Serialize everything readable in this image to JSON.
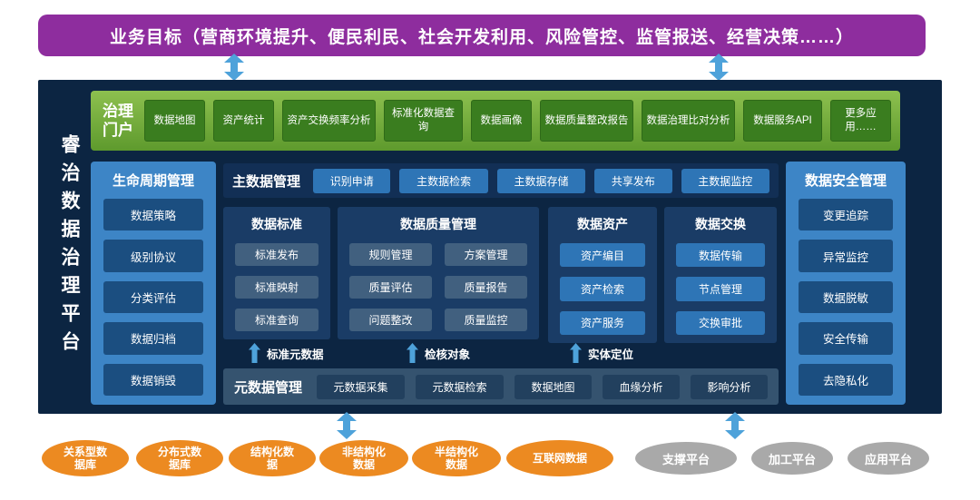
{
  "banner": {
    "text": "业务目标（营商环境提升、便民利民、社会开发利用、风险管控、监管报送、经营决策……）"
  },
  "platform": {
    "title": "睿治数据治理平台"
  },
  "portal": {
    "title": "治理门户",
    "items": [
      "数据地图",
      "资产统计",
      "资产交换频率分析",
      "标准化数据查询",
      "数据画像",
      "数据质量整改报告",
      "数据治理比对分析",
      "数据服务API",
      "更多应用……"
    ]
  },
  "lifecycle": {
    "title": "生命周期管理",
    "items": [
      "数据策略",
      "级别协议",
      "分类评估",
      "数据归档",
      "数据销毁"
    ]
  },
  "master_data": {
    "title": "主数据管理",
    "items": [
      "识别申请",
      "主数据检索",
      "主数据存储",
      "共享发布",
      "主数据监控"
    ]
  },
  "standards": {
    "title": "数据标准",
    "items": [
      "标准发布",
      "标准映射",
      "标准查询"
    ]
  },
  "quality": {
    "title": "数据质量管理",
    "items": [
      "规则管理",
      "方案管理",
      "质量评估",
      "质量报告",
      "问题整改",
      "质量监控"
    ]
  },
  "assets": {
    "title": "数据资产",
    "items": [
      "资产编目",
      "资产检索",
      "资产服务"
    ]
  },
  "exchange": {
    "title": "数据交换",
    "items": [
      "数据传输",
      "节点管理",
      "交换审批"
    ]
  },
  "security": {
    "title": "数据安全管理",
    "items": [
      "变更追踪",
      "异常监控",
      "数据脱敏",
      "安全传输",
      "去隐私化"
    ]
  },
  "metadata": {
    "title": "元数据管理",
    "items": [
      "元数据采集",
      "元数据检索",
      "数据地图",
      "血缘分析",
      "影响分析"
    ]
  },
  "arrow_labels": [
    "标准元数据",
    "检核对象",
    "实体定位"
  ],
  "sources": [
    "关系型数据库",
    "分布式数据库",
    "结构化数据",
    "非结构化数据",
    "半结构化数据",
    "互联网数据"
  ],
  "platforms": [
    "支撑平台",
    "加工平台",
    "应用平台"
  ],
  "colors": {
    "banner_purple": "#8e2d9e",
    "container_navy": "#0c2542",
    "portal_green": "#6fa93c",
    "portal_item_green": "#3a7d1f",
    "column_blue": "#3d85c6",
    "column_item_blue": "#1b4e80",
    "bright_item_blue": "#2e75b6",
    "panel_blue": "#1a3c66",
    "panel_item_slate": "#41607f",
    "metadata_panel": "#35536f",
    "metadata_item": "#22405e",
    "arrow_blue": "#4ea2da",
    "source_orange": "#ec8a21",
    "platform_gray": "#a9a9a9"
  }
}
